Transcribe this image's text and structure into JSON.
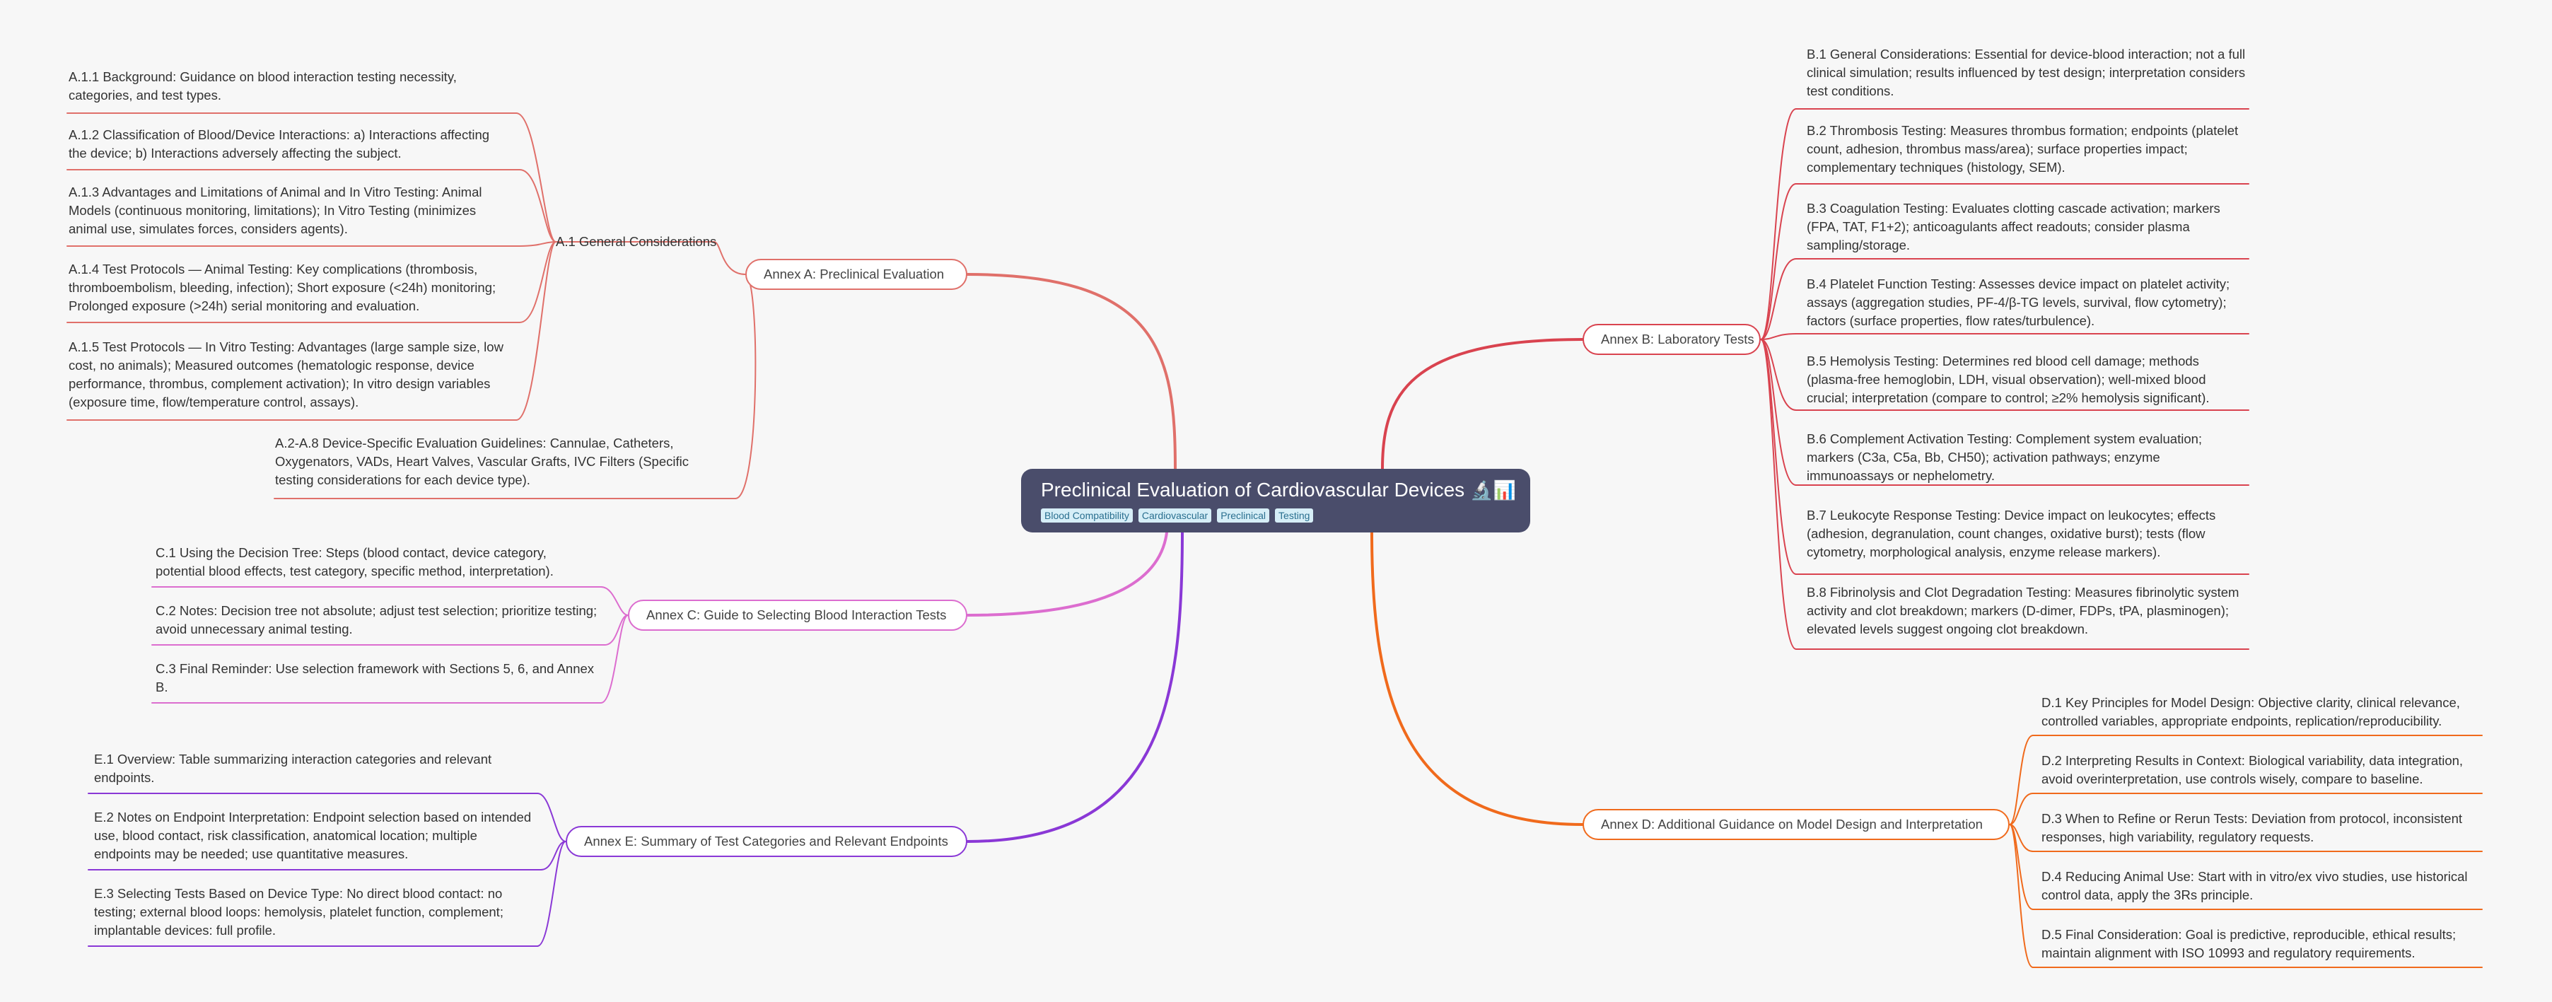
{
  "root": {
    "title": "Preclinical Evaluation of Cardiovascular Devices",
    "emoji": "🔬📊",
    "tags": [
      "Blood Compatibility",
      "Cardiovascular",
      "Preclinical",
      "Testing"
    ]
  },
  "colors": {
    "annex_a": "#e0706a",
    "annex_b": "#d9434f",
    "annex_c": "#dc6dcf",
    "annex_d": "#f06a1c",
    "annex_e": "#8a38d6"
  },
  "annex_a": {
    "label": "Annex A: Preclinical Evaluation",
    "general": {
      "label": "A.1 General Considerations",
      "items": [
        "A.1.1 Background: Guidance on blood interaction testing necessity, categories, and test types.",
        "A.1.2 Classification of Blood/Device Interactions: a) Interactions affecting the device; b) Interactions adversely affecting the subject.",
        "A.1.3 Advantages and Limitations of Animal and In Vitro Testing: Animal Models (continuous monitoring, limitations); In Vitro Testing (minimizes animal use, simulates forces, considers agents).",
        "A.1.4 Test Protocols — Animal Testing: Key complications (thrombosis, thromboembolism, bleeding, infection); Short exposure (<24h) monitoring; Prolonged exposure (>24h) serial monitoring and evaluation.",
        "A.1.5 Test Protocols — In Vitro Testing: Advantages (large sample size, low cost, no animals); Measured outcomes (hematologic response, device performance, thrombus, complement activation); In vitro design variables (exposure time, flow/temperature control, assays)."
      ]
    },
    "device_specific": "A.2-A.8 Device-Specific Evaluation Guidelines: Cannulae, Catheters, Oxygenators, VADs, Heart Valves, Vascular Grafts, IVC Filters (Specific testing considerations for each device type)."
  },
  "annex_b": {
    "label": "Annex B: Laboratory Tests",
    "items": [
      "B.1 General Considerations: Essential for device-blood interaction; not a full clinical simulation; results influenced by test design; interpretation considers test conditions.",
      "B.2 Thrombosis Testing: Measures thrombus formation; endpoints (platelet count, adhesion, thrombus mass/area); surface properties impact; complementary techniques (histology, SEM).",
      "B.3 Coagulation Testing: Evaluates clotting cascade activation; markers (FPA, TAT, F1+2); anticoagulants affect readouts; consider plasma sampling/storage.",
      "B.4 Platelet Function Testing: Assesses device impact on platelet activity; assays (aggregation studies, PF-4/β-TG levels, survival, flow cytometry); factors (surface properties, flow rates/turbulence).",
      "B.5 Hemolysis Testing: Determines red blood cell damage; methods (plasma-free hemoglobin, LDH, visual observation); well-mixed blood crucial; interpretation (compare to control; ≥2% hemolysis significant).",
      "B.6 Complement Activation Testing: Complement system evaluation; markers (C3a, C5a, Bb, CH50); activation pathways; enzyme immunoassays or nephelometry.",
      "B.7 Leukocyte Response Testing: Device impact on leukocytes; effects (adhesion, degranulation, count changes, oxidative burst); tests (flow cytometry, morphological analysis, enzyme release markers).",
      "B.8 Fibrinolysis and Clot Degradation Testing: Measures fibrinolytic system activity and clot breakdown; markers (D-dimer, FDPs, tPA, plasminogen); elevated levels suggest ongoing clot breakdown."
    ]
  },
  "annex_c": {
    "label": "Annex C: Guide to Selecting Blood Interaction Tests",
    "items": [
      "C.1 Using the Decision Tree: Steps (blood contact, device category, potential blood effects, test category, specific method, interpretation).",
      "C.2 Notes: Decision tree not absolute; adjust test selection; prioritize testing; avoid unnecessary animal testing.",
      "C.3 Final Reminder: Use selection framework with Sections 5, 6, and Annex B."
    ]
  },
  "annex_d": {
    "label": "Annex D: Additional Guidance on Model Design and Interpretation",
    "items": [
      "D.1 Key Principles for Model Design: Objective clarity, clinical relevance, controlled variables, appropriate endpoints, replication/reproducibility.",
      "D.2 Interpreting Results in Context: Biological variability, data integration, avoid overinterpretation, use controls wisely, compare to baseline.",
      "D.3 When to Refine or Rerun Tests: Deviation from protocol, inconsistent responses, high variability, regulatory requests.",
      "D.4 Reducing Animal Use: Start with in vitro/ex vivo studies, use historical control data, apply the 3Rs principle.",
      "D.5 Final Consideration: Goal is predictive, reproducible, ethical results; maintain alignment with ISO 10993 and regulatory requirements."
    ]
  },
  "annex_e": {
    "label": "Annex E: Summary of Test Categories and Relevant Endpoints",
    "items": [
      "E.1 Overview: Table summarizing interaction categories and relevant endpoints.",
      "E.2 Notes on Endpoint Interpretation: Endpoint selection based on intended use, blood contact, risk classification, anatomical location; multiple endpoints may be needed; use quantitative measures.",
      "E.3 Selecting Tests Based on Device Type: No direct blood contact: no testing; external blood loops: hemolysis, platelet function, complement; implantable devices: full profile."
    ]
  }
}
